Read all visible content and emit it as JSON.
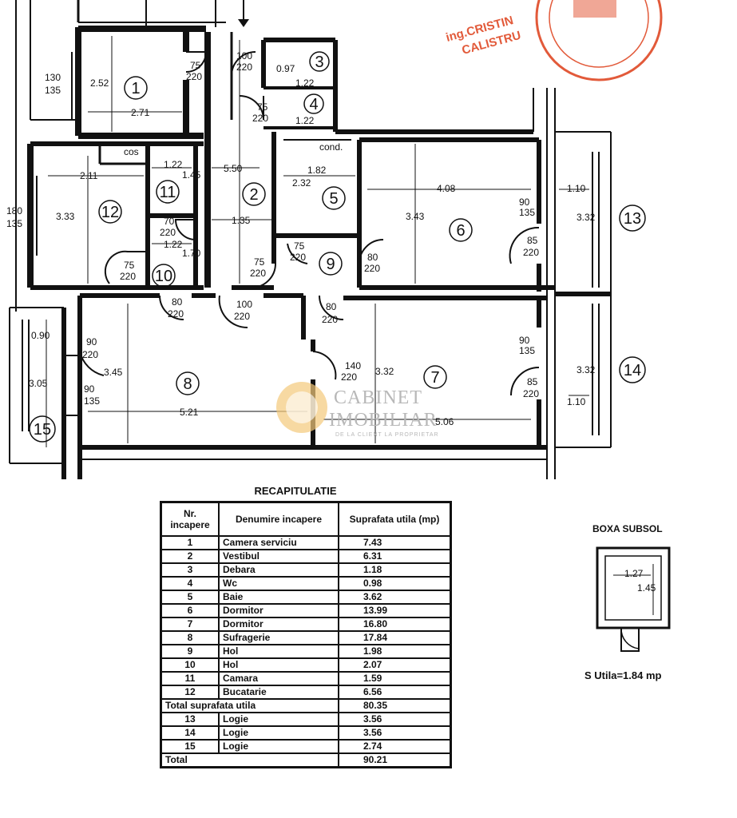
{
  "stamp": {
    "line1": "ing.CRISTIN",
    "line2": "CALISTRU"
  },
  "watermark": {
    "title1": "CABINET",
    "title2": "IMOBILIAR",
    "subtitle": "DE LA CLIENT LA PROPRIETAR"
  },
  "rooms": [
    {
      "num": "1",
      "label": "Camera serviciu"
    },
    {
      "num": "2"
    },
    {
      "num": "3"
    },
    {
      "num": "4"
    },
    {
      "num": "5"
    },
    {
      "num": "6"
    },
    {
      "num": "7"
    },
    {
      "num": "8"
    },
    {
      "num": "9"
    },
    {
      "num": "10"
    },
    {
      "num": "11"
    },
    {
      "num": "12"
    },
    {
      "num": "13"
    },
    {
      "num": "14"
    },
    {
      "num": "15"
    }
  ],
  "plan_dims": {
    "r1_h": "2.52",
    "r1_w": "2.71",
    "r3_h": "0.97",
    "r3_w": "1.22",
    "r4_w": "1.22",
    "r2_h": "5.50",
    "r2_w": "1.35",
    "r5_w": "1.82",
    "r5_h": "2.32",
    "cond": "cond.",
    "r6_w": "4.08",
    "r6_h": "3.43",
    "r12_w": "2.11",
    "r12_h": "3.33",
    "cos": "cos",
    "r11_w": "1.22",
    "r11_h": "1.45",
    "r10_w": "1.22",
    "r10_h": "1.70",
    "r13_w": "1.10",
    "r13_h": "3.32",
    "r14_w": "1.10",
    "r14_h": "3.32",
    "r8_w": "5.21",
    "r8_h": "3.45",
    "r7_w": "5.06",
    "r7_h": "3.32",
    "r15_w": "0.90",
    "r15_h": "3.05",
    "left_win1_a": "130",
    "left_win1_b": "135",
    "left_win2_a": "180",
    "left_win2_b": "135",
    "win13_a": "90",
    "win13_b": "135",
    "win14_a": "90",
    "win14_b": "135",
    "win8_a": "90",
    "win8_b": "135"
  },
  "doors": {
    "d1_a": "75",
    "d1_b": "220",
    "d2_a": "100",
    "d2_b": "220",
    "d4_a": "75",
    "d4_b": "220",
    "d11_a": "70",
    "d11_b": "220",
    "d10_a": "75",
    "d10_b": "220",
    "d9a_a": "75",
    "d9a_b": "220",
    "d9b_a": "75",
    "d9b_b": "220",
    "d9c_a": "80",
    "d9c_b": "220",
    "d6_a": "85",
    "d6_b": "220",
    "d10b_a": "80",
    "d10b_b": "220",
    "d8a_a": "100",
    "d8a_b": "220",
    "d7a_a": "80",
    "d7a_b": "220",
    "d8b_a": "90",
    "d8b_b": "220",
    "d7b_a": "140",
    "d7b_b": "220",
    "d14_a": "85",
    "d14_b": "220"
  },
  "recap": {
    "title": "RECAPITULATIE",
    "headers": [
      "Nr. incapere",
      "Denumire incapere",
      "Suprafata utila (mp)"
    ],
    "rows": [
      [
        "1",
        "Camera serviciu",
        "7.43"
      ],
      [
        "2",
        "Vestibul",
        "6.31"
      ],
      [
        "3",
        "Debara",
        "1.18"
      ],
      [
        "4",
        "Wc",
        "0.98"
      ],
      [
        "5",
        "Baie",
        "3.62"
      ],
      [
        "6",
        "Dormitor",
        "13.99"
      ],
      [
        "7",
        "Dormitor",
        "16.80"
      ],
      [
        "8",
        "Sufragerie",
        "17.84"
      ],
      [
        "9",
        "Hol",
        "1.98"
      ],
      [
        "10",
        "Hol",
        "2.07"
      ],
      [
        "11",
        "Camara",
        "1.59"
      ],
      [
        "12",
        "Bucatarie",
        "6.56"
      ]
    ],
    "total_useful": {
      "label": "Total suprafata utila",
      "value": "80.35"
    },
    "loggias": [
      [
        "13",
        "Logie",
        "3.56"
      ],
      [
        "14",
        "Logie",
        "3.56"
      ],
      [
        "15",
        "Logie",
        "2.74"
      ]
    ],
    "total": {
      "label": "Total",
      "value": "90.21"
    }
  },
  "boxa": {
    "title": "BOXA SUBSOL",
    "w": "1.27",
    "h": "1.45",
    "area": "S Utila=1.84 mp"
  }
}
